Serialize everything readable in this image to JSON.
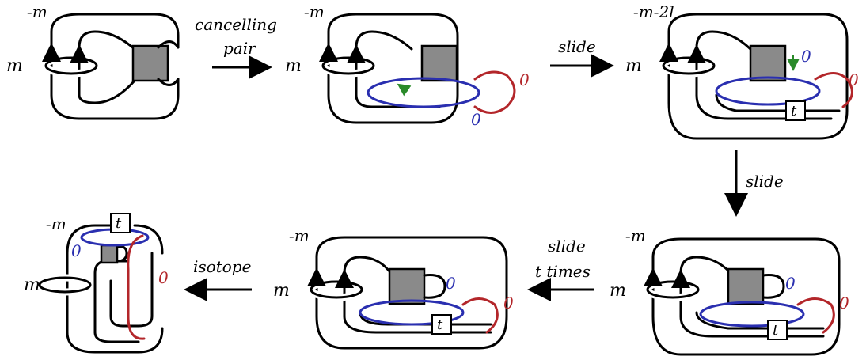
{
  "panels": {
    "p1": {
      "top": "-m",
      "left": "m"
    },
    "p2": {
      "top": "-m",
      "left": "m",
      "blue": "0",
      "red": "0"
    },
    "p3": {
      "top": "-m-2l",
      "left": "m",
      "blue": "0",
      "red": "0",
      "box": "t"
    },
    "p4": {
      "top": "-m",
      "left": "m",
      "blue": "0",
      "red": "0",
      "box": "t"
    },
    "p5": {
      "top": "-m",
      "left": "m",
      "blue": "0",
      "red": "0",
      "box": "t"
    },
    "p6": {
      "top": "-m",
      "left": "m",
      "blue": "0",
      "red": "0",
      "box": "t"
    }
  },
  "arrows": {
    "a1_line1": "cancelling",
    "a1_line2": "pair",
    "a2": "slide",
    "a3": "slide",
    "a4_line1": "slide",
    "a4_line2": "t times",
    "a5": "isotope"
  },
  "colors": {
    "blue": "#2a2fb0",
    "red": "#b3262a",
    "green": "#2a8a2a",
    "box": "#8a8a8a"
  }
}
